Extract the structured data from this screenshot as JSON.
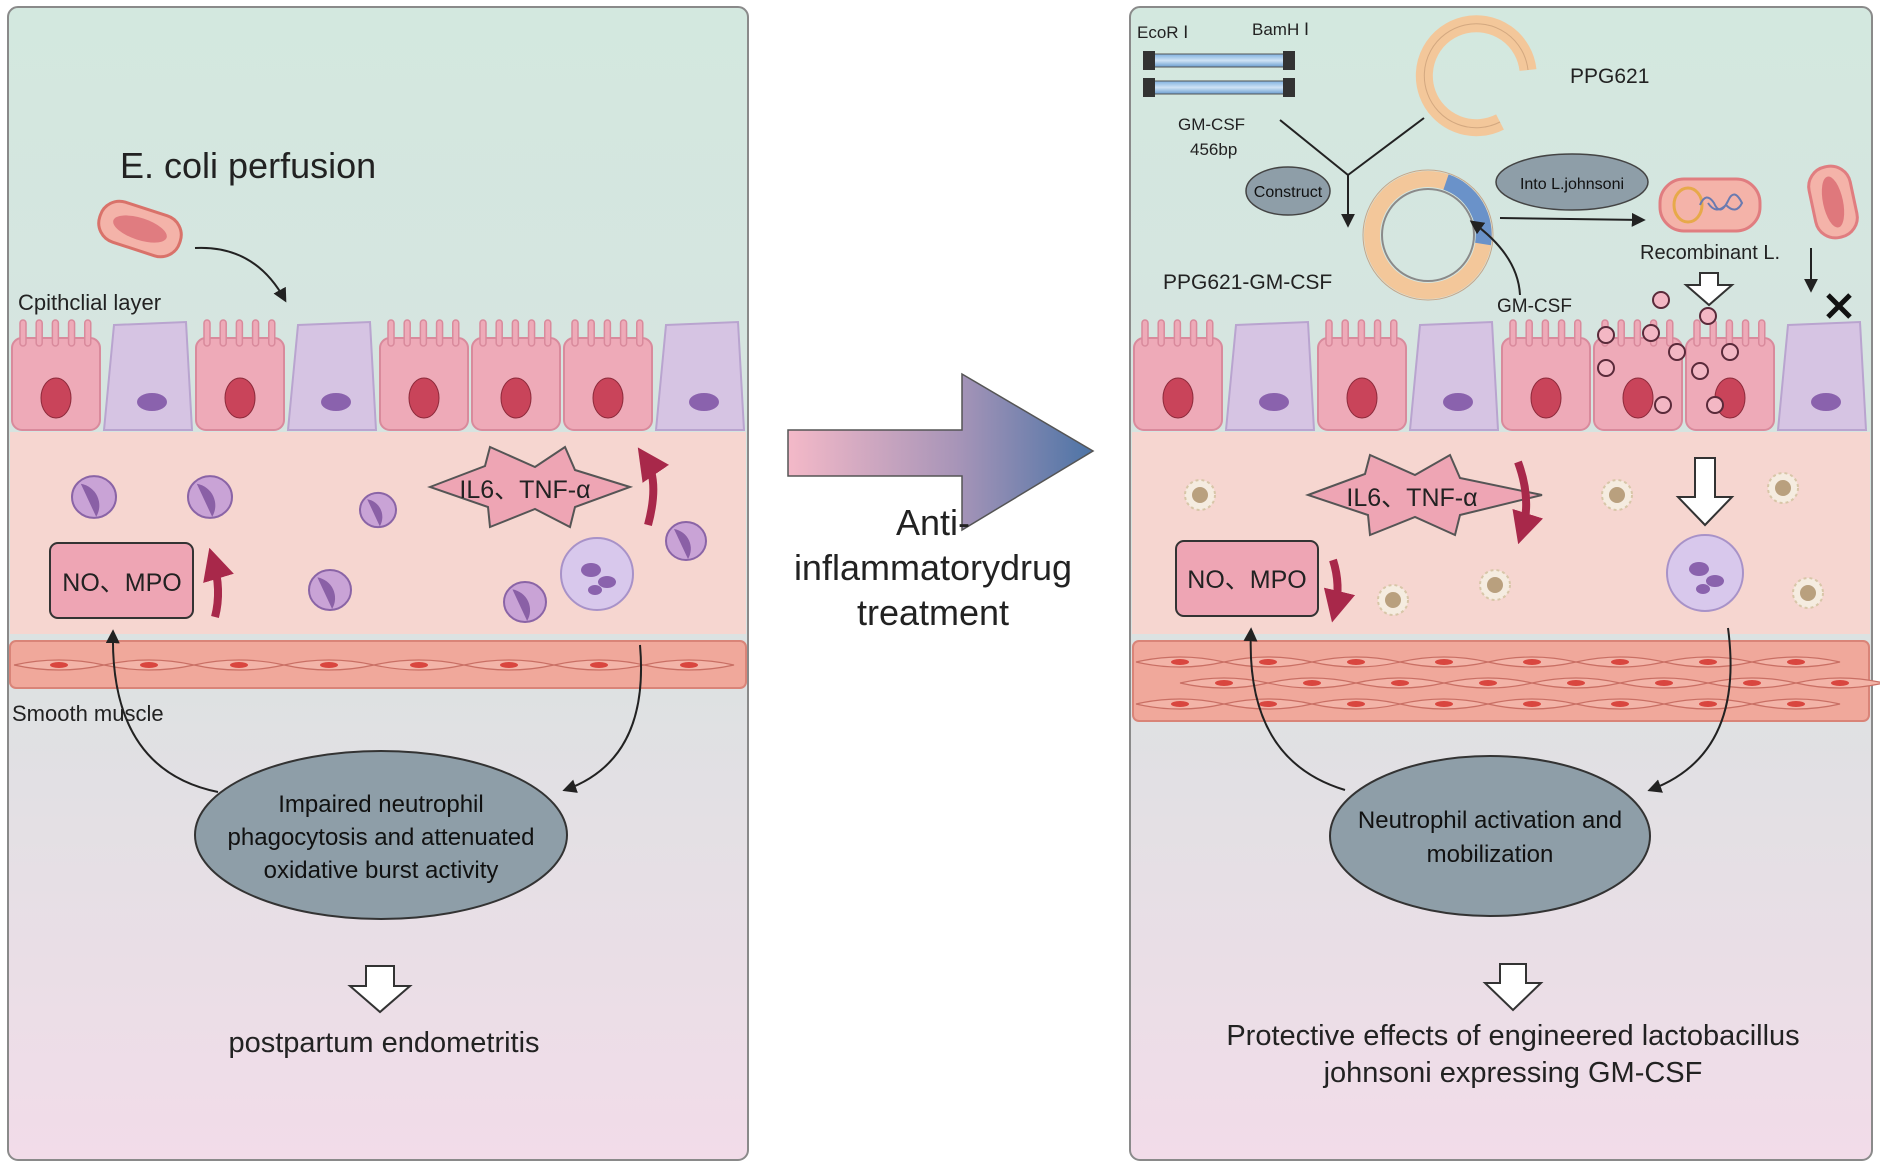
{
  "left_panel": {
    "perfusion_label": "E. coli perfusion",
    "epithelial_label": "Cpithclial layer",
    "cytokine_label": "IL6、TNF-α",
    "no_mpo_label": "NO、MPO",
    "smooth_muscle_label": "Smooth muscle",
    "ellipse_lines": [
      "Impaired neutrophil",
      "phagocytosis and attenuated",
      "oxidative burst activity"
    ],
    "outcome": "postpartum endometritis"
  },
  "center": {
    "treatment_lines": [
      "Anti-",
      "inflammatorydrug",
      "treatment"
    ]
  },
  "right_panel": {
    "ecori": "EcoR Ⅰ",
    "bamhi": "BamH Ⅰ",
    "gmcsf_insert": "GM-CSF",
    "bp": "456bp",
    "ppg621": "PPG621",
    "construct": "Construct",
    "plasmid": "PPG621-GM-CSF",
    "gmcsf_label": "GM-CSF",
    "into": "Into L.johnsoni",
    "recombinant": "Recombinant L.",
    "cytokine_label": "IL6、TNF-α",
    "no_mpo_label": "NO、MPO",
    "ellipse_lines": [
      "Neutrophil activation and",
      "mobilization"
    ],
    "outcome_lines": [
      "Protective effects of engineered lactobacillus",
      "johnsoni expressing GM-CSF"
    ]
  },
  "colors": {
    "panel_top": "#d4e8df",
    "panel_bottom": "#f1dde9",
    "mucosa": "#f6d6d0",
    "muscle": "#f0a89b",
    "cell_pink": "#eeaab8",
    "cell_purple": "#d6c4e3",
    "ellipse": "#8e9ea8",
    "arrow_red": "#a8284a"
  }
}
